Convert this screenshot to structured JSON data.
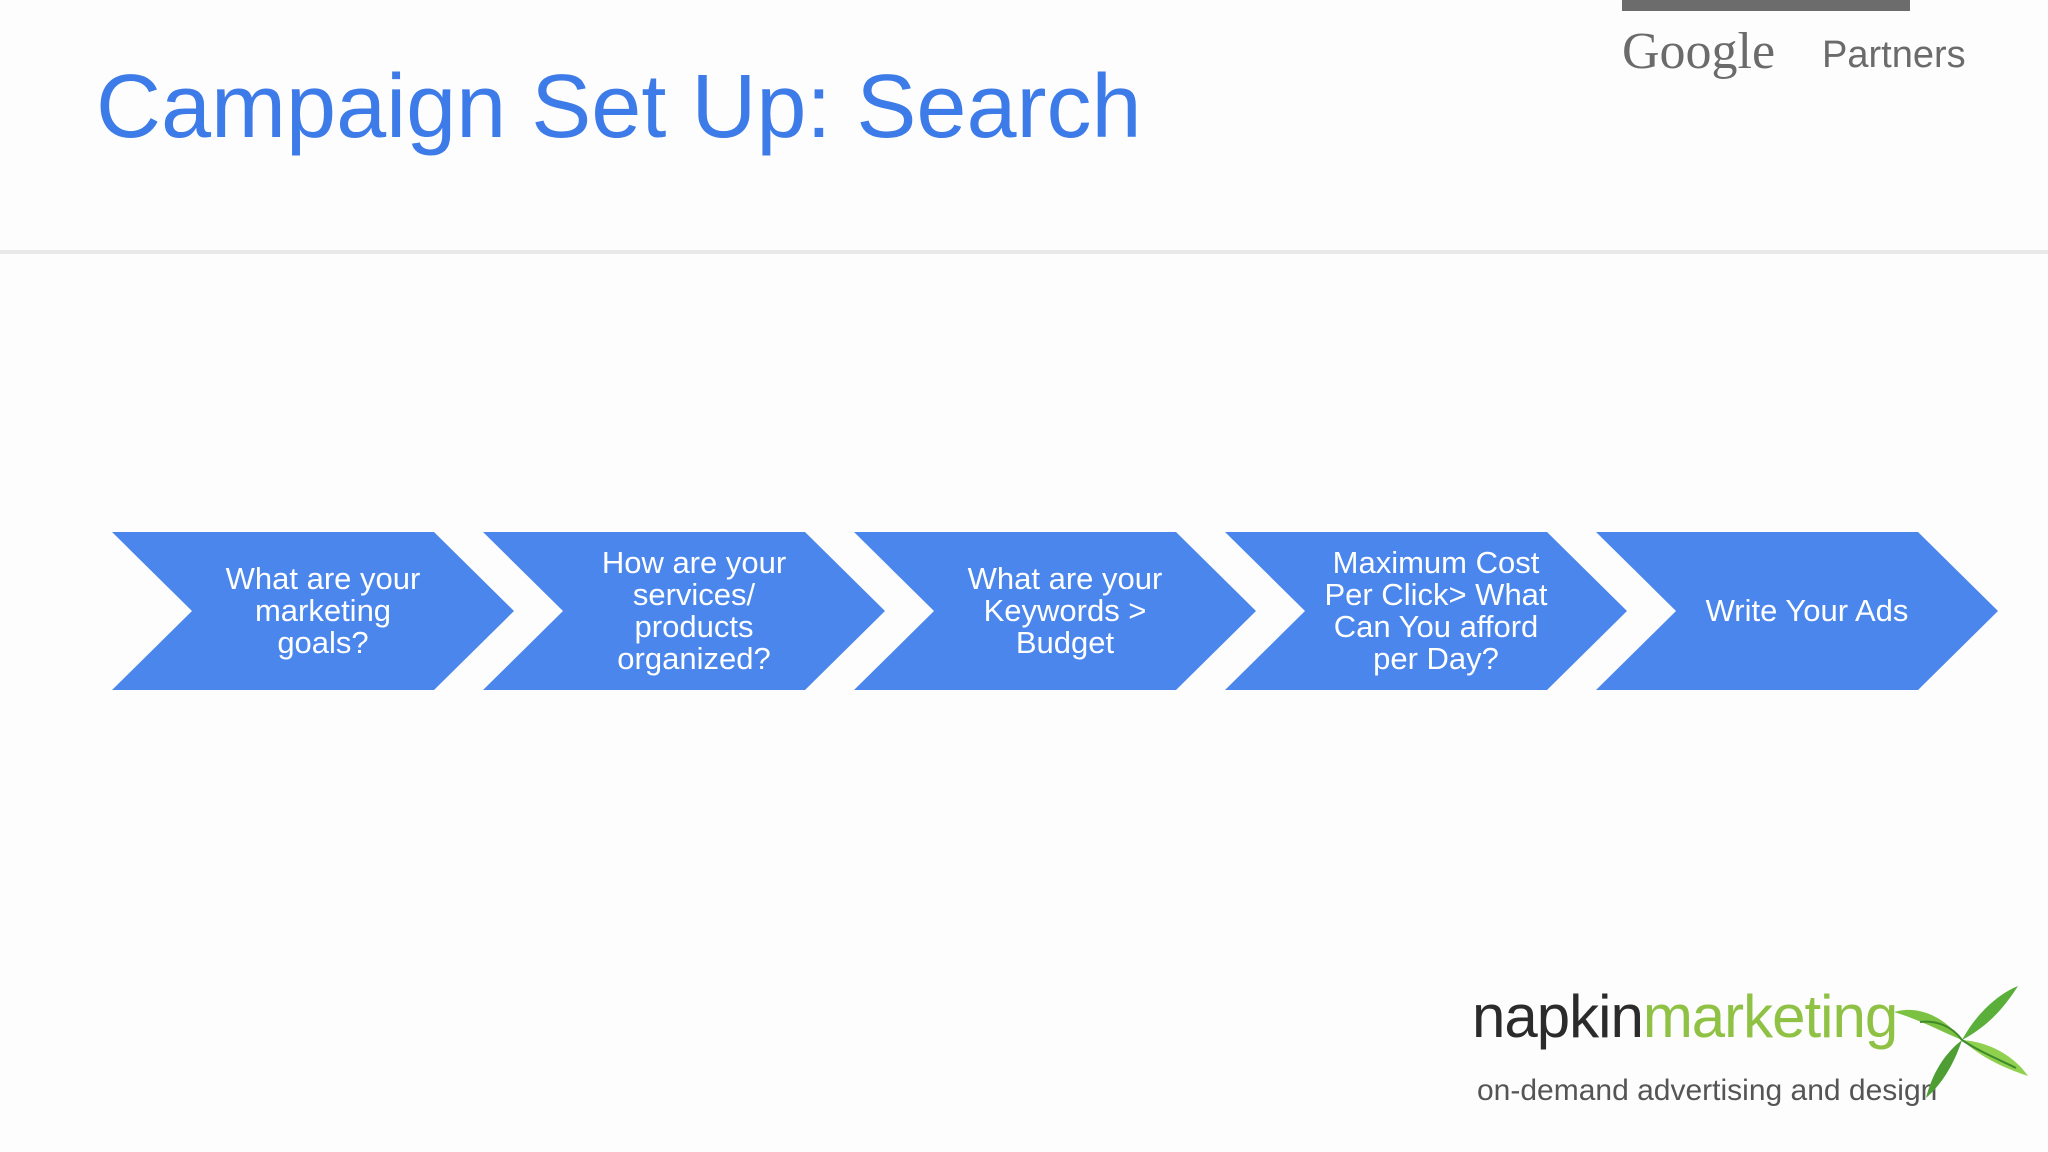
{
  "slide": {
    "title": "Campaign Set Up: Search"
  },
  "branding": {
    "partners_badge": {
      "google": "Google",
      "partners": "Partners"
    },
    "company_logo": {
      "name_part1": "napkin",
      "name_part2": "marketing",
      "tagline": "on-demand advertising and design",
      "icon": "green-leaf-icon"
    }
  },
  "process_steps": [
    {
      "label": "What are your marketing goals?"
    },
    {
      "label": "How are your services/ products organized?"
    },
    {
      "label": "What are your Keywords > Budget"
    },
    {
      "label": "Maximum Cost Per Click> What Can You afford per Day?"
    },
    {
      "label": "Write Your Ads"
    }
  ],
  "colors": {
    "title": "#3d7be8",
    "chevron": "#4a86ec",
    "brand_green": "#8fc144",
    "brand_dark": "#2b2b2b",
    "badge_gray": "#6b6b6b"
  }
}
